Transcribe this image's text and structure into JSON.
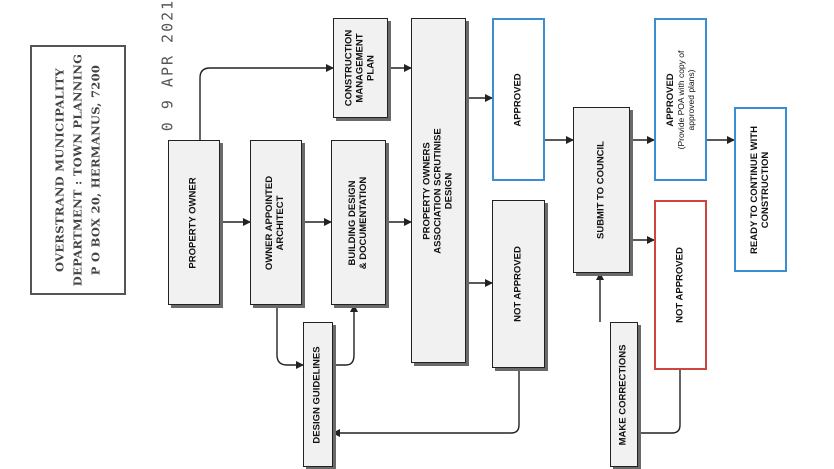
{
  "stamp": {
    "line1": "OVERSTRAND MUNICIPALITY",
    "line2": "DEPARTMENT : TOWN PLANNING",
    "line3": "P O BOX 20, HERMANUS, 7200"
  },
  "date_stamp": "0 9 APR 2021",
  "nodes": {
    "property_owner": "PROPERTY OWNER",
    "architect_l1": "OWNER APPOINTED",
    "architect_l2": "ARCHITECT",
    "building_l1": "BUILDING DESIGN",
    "building_l2": "& DOCUMENTATION",
    "cmp_l1": "CONSTRUCTION",
    "cmp_l2": "MANAGEMENT",
    "cmp_l3": "PLAN",
    "poa_l1": "PROPERTY OWNERS",
    "poa_l2": "ASSOCIATION SCRUTINISE",
    "poa_l3": "DESIGN",
    "approved": "APPROVED",
    "not_approved": "NOT APPROVED",
    "submit_council": "SUBMIT TO COUNCIL",
    "approved2": "APPROVED",
    "approved2_sub1": "(Provide POA with copy of",
    "approved2_sub2": "approved plans)",
    "not_approved2": "NOT APPROVED",
    "ready_l1": "READY TO CONTINUE WITH",
    "ready_l2": "CONSTRUCTION",
    "design_guidelines": "DESIGN GUIDELINES",
    "make_corrections": "MAKE CORRECTIONS"
  },
  "colors": {
    "approved_border": "#3b8ed1",
    "not_approved_border": "#d0433f",
    "box_fill": "#f1f1f1",
    "line": "#222222"
  }
}
